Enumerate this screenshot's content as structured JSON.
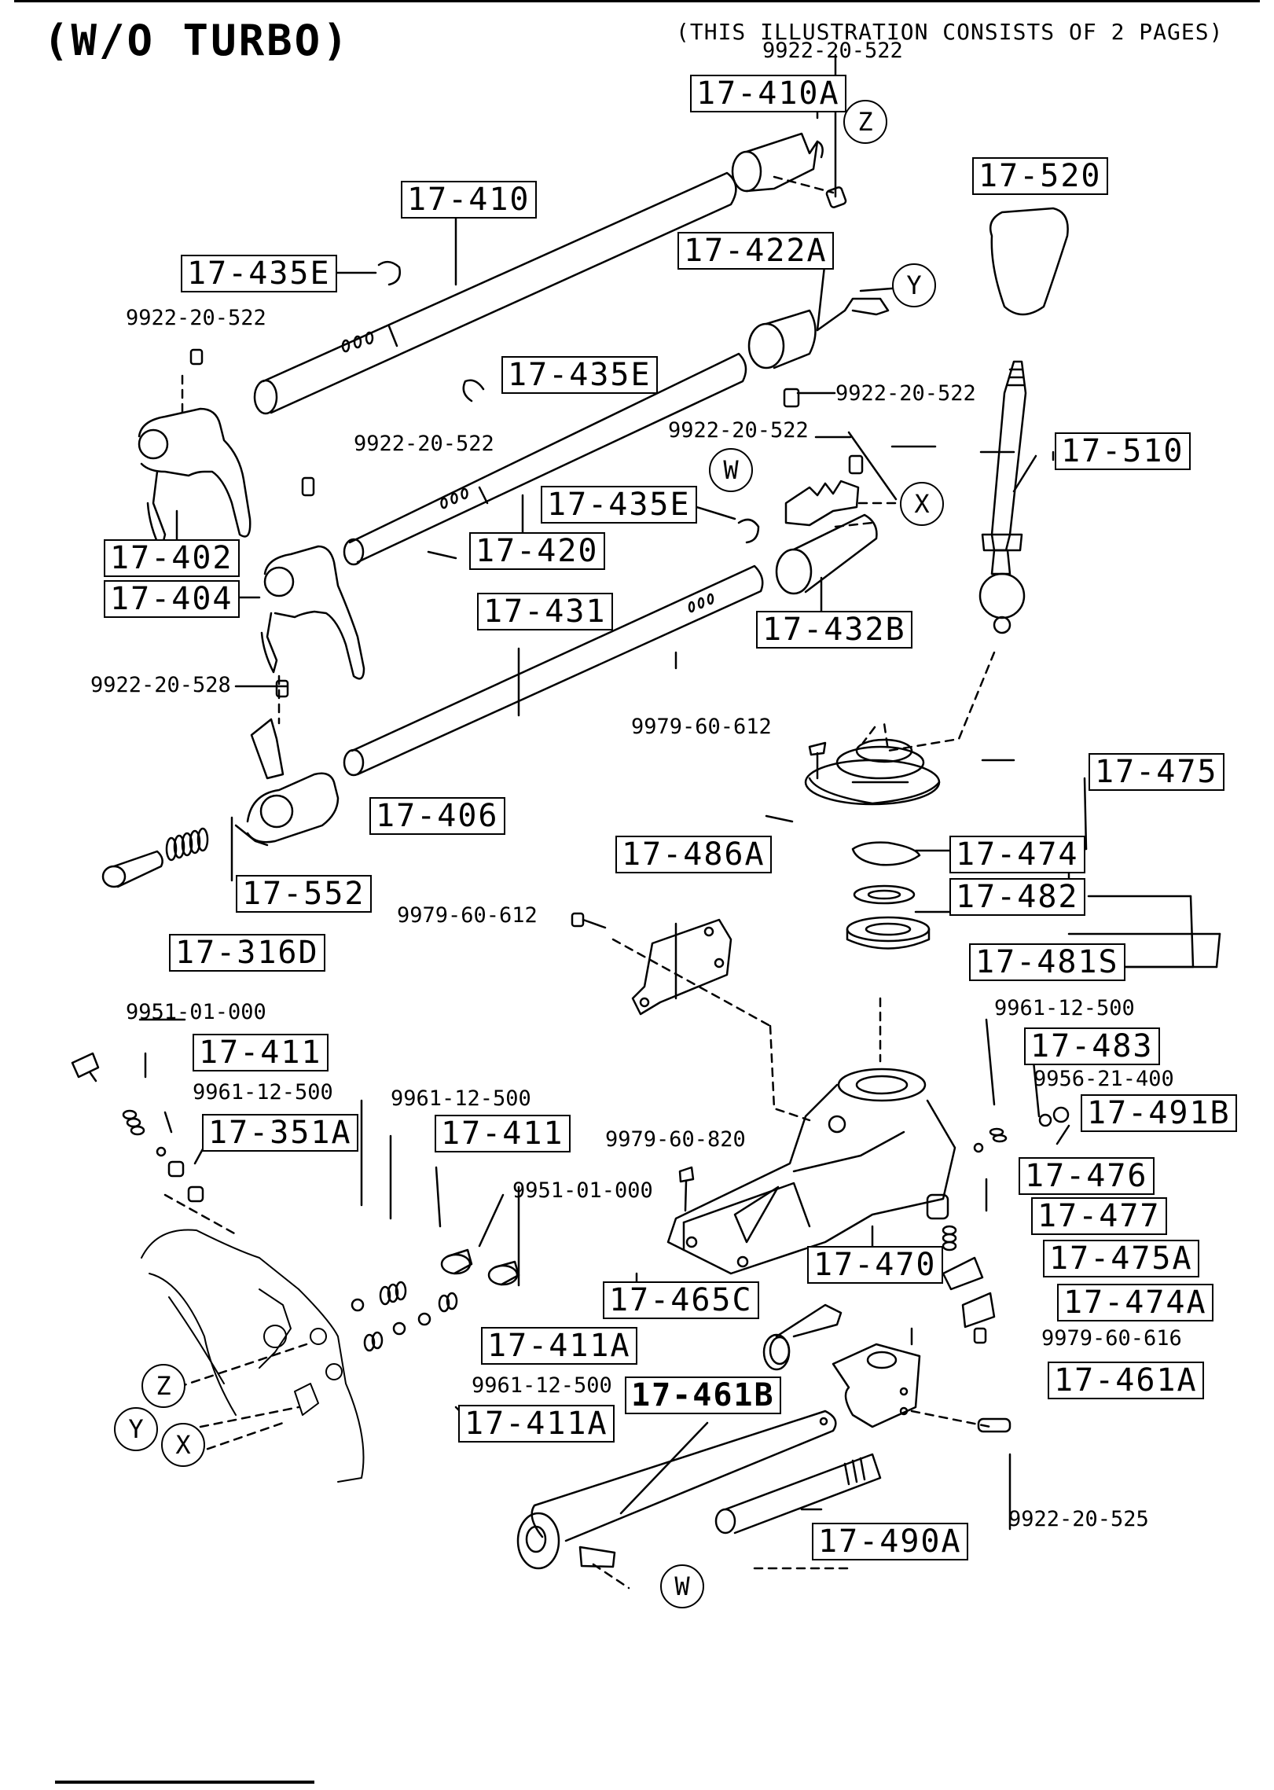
{
  "header": {
    "title": "(W/O TURBO)",
    "subtitle": "(THIS ILLUSTRATION CONSISTS OF  2 PAGES)"
  },
  "part_labels": {
    "p17_410A": "17-410A",
    "p17_520": "17-520",
    "p17_410": "17-410",
    "p17_435E_a": "17-435E",
    "p17_422A": "17-422A",
    "p17_435E_b": "17-435E",
    "p17_510": "17-510",
    "p17_435E_c": "17-435E",
    "p17_402": "17-402",
    "p17_420": "17-420",
    "p17_404": "17-404",
    "p17_431": "17-431",
    "p17_432B": "17-432B",
    "p17_475": "17-475",
    "p17_406": "17-406",
    "p17_486A": "17-486A",
    "p17_474": "17-474",
    "p17_552": "17-552",
    "p17_482": "17-482",
    "p17_316D": "17-316D",
    "p17_481S": "17-481S",
    "p17_411_a": "17-411",
    "p17_483": "17-483",
    "p17_351A": "17-351A",
    "p17_411_b": "17-411",
    "p17_491B": "17-491B",
    "p17_476": "17-476",
    "p17_477": "17-477",
    "p17_475A": "17-475A",
    "p17_470": "17-470",
    "p17_465C": "17-465C",
    "p17_474A": "17-474A",
    "p17_411A_a": "17-411A",
    "p17_461B": "17-461B",
    "p17_461A": "17-461A",
    "p17_411A_b": "17-411A",
    "p17_490A": "17-490A"
  },
  "part_numbers": {
    "n_top": "9922-20-522",
    "n_left_fork": "9922-20-522",
    "n_sleeve": "9922-20-522",
    "n_mid": "9922-20-522",
    "n_right": "9922-20-522",
    "n_528": "9922-20-528",
    "n_612_a": "9979-60-612",
    "n_612_b": "9979-60-612",
    "n_9951_a": "9951-01-000",
    "n_9961_a": "9961-12-500",
    "n_9961_b": "9961-12-500",
    "n_9961_c": "9961-12-500",
    "n_9961_d": "9961-12-500",
    "n_820": "9979-60-820",
    "n_9951_b": "9951-01-000",
    "n_9956": "9956-21-400",
    "n_616": "9979-60-616",
    "n_525": "9922-20-525"
  },
  "refs": {
    "z_top": "Z",
    "y_top": "Y",
    "w_top": "W",
    "x_top": "X",
    "z_bottom": "Z",
    "y_bottom": "Y",
    "x_bottom": "X",
    "w_bottom": "W"
  }
}
